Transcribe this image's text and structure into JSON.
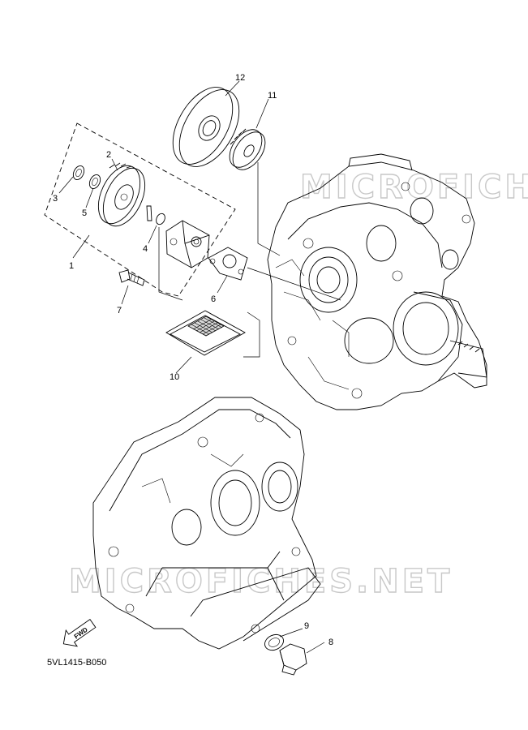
{
  "diagram_code": "5VL1415-B050",
  "fwd_label": "FWD",
  "watermark_text": "MICROFICHES.NET",
  "callouts": [
    "1",
    "2",
    "3",
    "4",
    "5",
    "6",
    "7",
    "8",
    "9",
    "10",
    "11",
    "12"
  ],
  "icons": {
    "fwd_arrow": "fwd-arrow-icon"
  },
  "colors": {
    "line": "#000000",
    "watermark": "#c8c8c8",
    "background": "#ffffff"
  }
}
